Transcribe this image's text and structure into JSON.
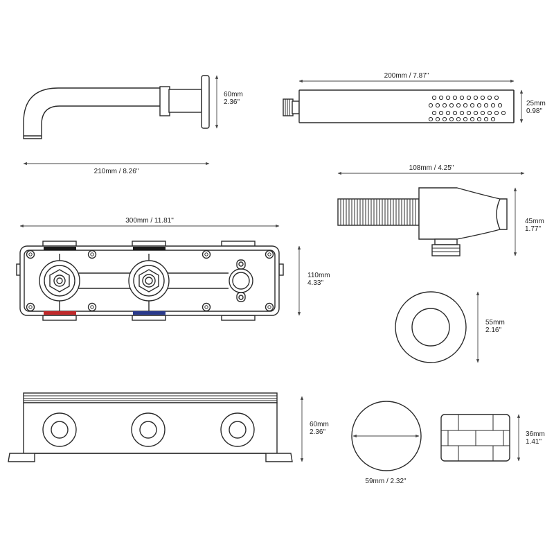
{
  "dimensions": {
    "spout_height_mm": "60mm",
    "spout_height_in": "2.36\"",
    "spout_length": "210mm / 8.26\"",
    "handset_length": "200mm / 7.87\"",
    "handset_width_mm": "25mm",
    "handset_width_in": "0.98\"",
    "holder_length": "108mm / 4.25\"",
    "holder_height_mm": "45mm",
    "holder_height_in": "1.77\"",
    "valve_width": "300mm / 11.81\"",
    "valve_height_mm": "110mm",
    "valve_height_in": "4.33\"",
    "escutcheon_diameter_mm": "55mm",
    "escutcheon_diameter_in": "2.16\"",
    "box_depth_mm": "60mm",
    "box_depth_in": "2.36\"",
    "knob_diameter": "59mm / 2.32\"",
    "knob_depth_mm": "36mm",
    "knob_depth_in": "1.41\""
  },
  "colors": {
    "line": "#2b2b2b",
    "hot": "#c0282a",
    "cold": "#2a3a8c",
    "cap": "#1a1a1a"
  }
}
